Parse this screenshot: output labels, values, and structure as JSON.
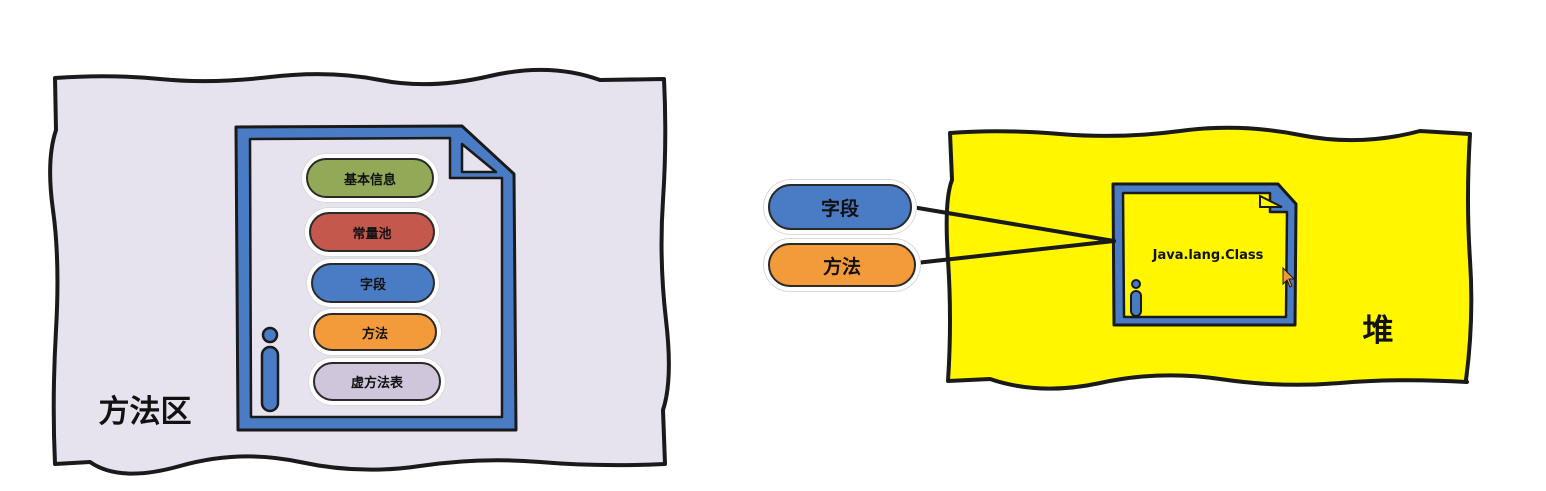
{
  "method_area": {
    "title": "方法区",
    "class_file": {
      "items": [
        {
          "label": "基本信息",
          "color": "#92aa58"
        },
        {
          "label": "常量池",
          "color": "#c4584c"
        },
        {
          "label": "字段",
          "color": "#4a7cc5"
        },
        {
          "label": "方法",
          "color": "#f39b3a"
        },
        {
          "label": "虚方法表",
          "color": "#cfc6dc"
        }
      ]
    }
  },
  "heap": {
    "title": "堆",
    "class_object_label": "Java.lang.Class"
  },
  "links": {
    "field_label": "字段",
    "method_label": "方法"
  },
  "colors": {
    "method_area_bg": "#e6e2ee",
    "heap_bg": "#fff600",
    "document_border": "#4a7cc5",
    "outline": "#1a1a1a",
    "field": "#4a7cc5",
    "method": "#f39b3a"
  }
}
